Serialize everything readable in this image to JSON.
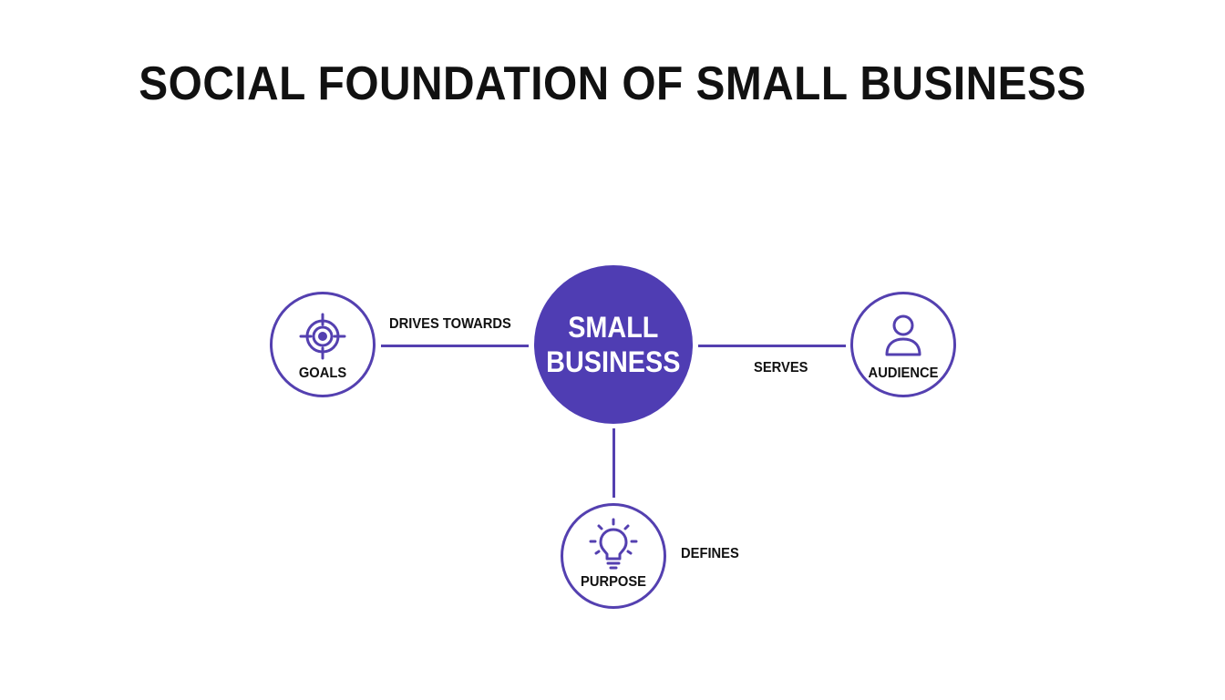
{
  "title": "SOCIAL FOUNDATION OF SMALL BUSINESS",
  "center": {
    "label": "SMALL\nBUSINESS"
  },
  "nodes": {
    "goals": {
      "label": "GOALS",
      "icon": "target-icon"
    },
    "audience": {
      "label": "AUDIENCE",
      "icon": "person-icon"
    },
    "purpose": {
      "label": "PURPOSE",
      "icon": "lightbulb-icon"
    }
  },
  "edges": {
    "goals": "DRIVES TOWARDS",
    "audience": "SERVES",
    "purpose": "DEFINES"
  },
  "colors": {
    "accent": "#4f3db3",
    "outline": "#5440b0",
    "text": "#111111",
    "background": "#ffffff"
  }
}
